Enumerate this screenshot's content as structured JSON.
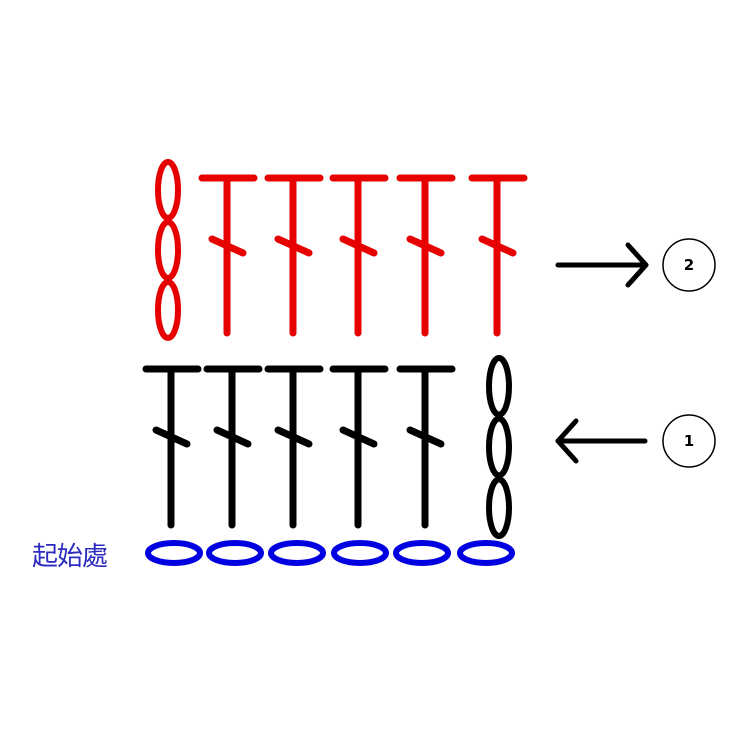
{
  "start_label": "起始處",
  "rows": [
    {
      "number": "1",
      "color": "#000000",
      "direction": "left",
      "stitch": "double-crochet",
      "stitch_count": 5,
      "turning_chain": 3,
      "turning_chain_side": "right"
    },
    {
      "number": "2",
      "color": "#e60000",
      "direction": "right",
      "stitch": "double-crochet",
      "stitch_count": 5,
      "turning_chain": 3,
      "turning_chain_side": "left"
    }
  ],
  "foundation_chain": {
    "count": 6,
    "color": "#0000e0"
  },
  "icons": {
    "arrow_left": "arrow-left-icon",
    "arrow_right": "arrow-right-icon"
  }
}
